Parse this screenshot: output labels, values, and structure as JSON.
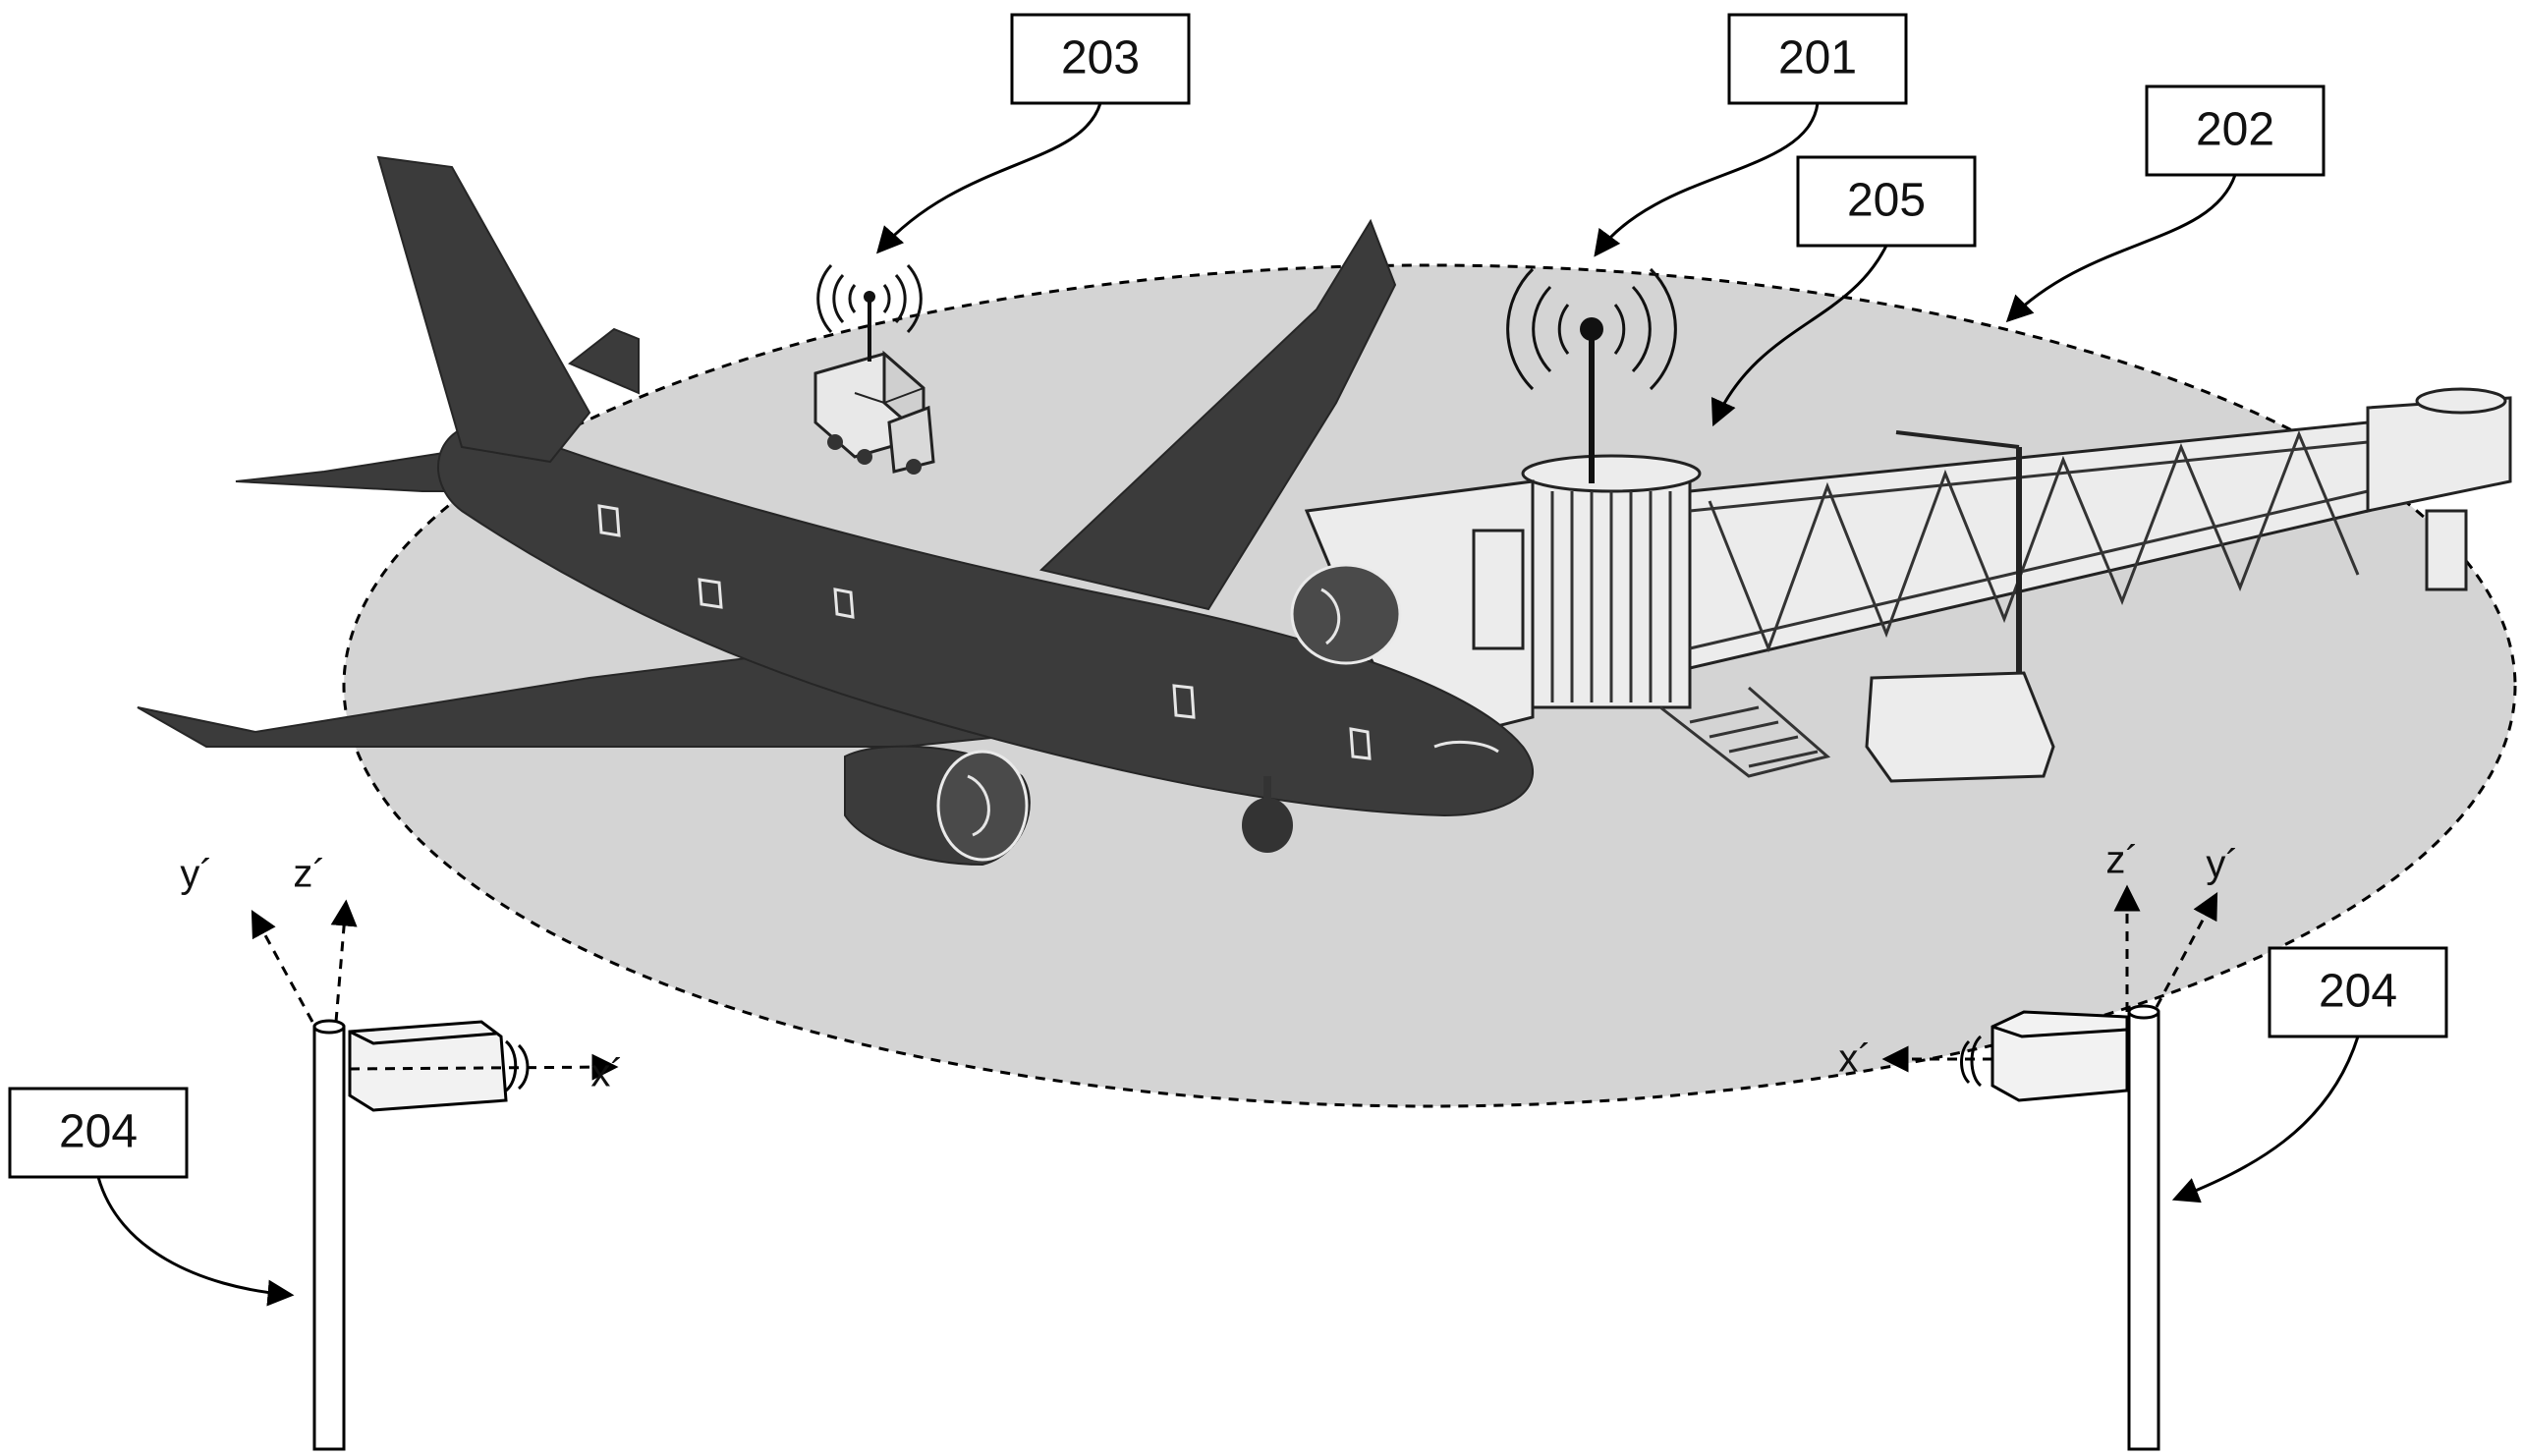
{
  "labels": {
    "l201": "201",
    "l202": "202",
    "l203": "203",
    "l204_left": "204",
    "l204_right": "204",
    "l205": "205"
  },
  "axes": {
    "left_camera": {
      "y": "y´",
      "z": "z´",
      "x": "x´"
    },
    "right_camera": {
      "z": "z´",
      "y": "y´",
      "x": "x´"
    }
  },
  "colors": {
    "apron_fill": "#d4d4d4",
    "aircraft": "#3b3b3b",
    "line": "#000000"
  },
  "icons": [
    "aircraft",
    "jet-bridge",
    "truck",
    "radio-antenna",
    "camera",
    "pole"
  ]
}
